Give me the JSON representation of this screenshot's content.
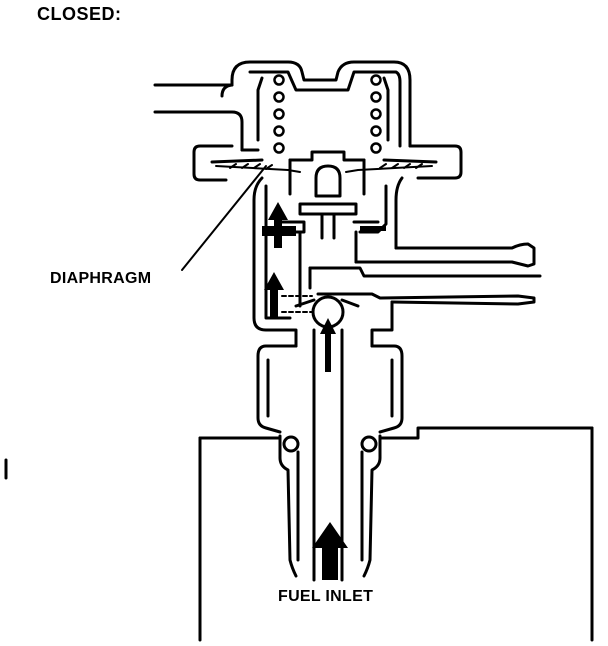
{
  "diagram": {
    "title": "CLOSED:",
    "labels": {
      "diaphragm": "DIAPHRAGM",
      "fuel_inlet": "FUEL INLET"
    },
    "colors": {
      "ink": "#000000",
      "background": "#ffffff"
    }
  }
}
